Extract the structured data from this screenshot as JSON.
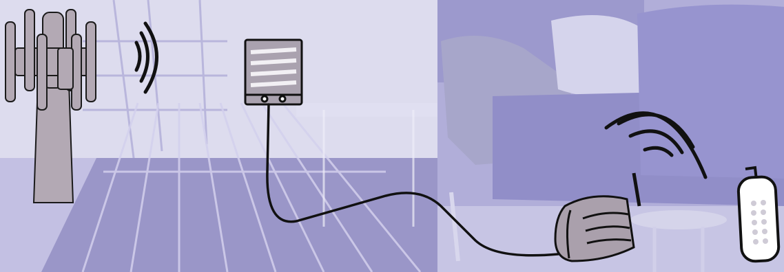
{
  "scene": {
    "components": [
      {
        "id": "cell-tower",
        "icon": "cell-tower-icon"
      },
      {
        "id": "outdoor-antenna",
        "icon": "outdoor-antenna-icon"
      },
      {
        "id": "coax-cable",
        "icon": "cable-icon"
      },
      {
        "id": "signal-booster",
        "icon": "booster-icon"
      },
      {
        "id": "cordless-phone",
        "icon": "phone-icon"
      }
    ],
    "colors": {
      "wash": "#b9b6dc",
      "wall": "#e8e8f2",
      "floor": "#6e6a9e",
      "sofa": "#7f7dbd",
      "device_fill": "#b6acb6",
      "stroke": "#111111"
    }
  }
}
